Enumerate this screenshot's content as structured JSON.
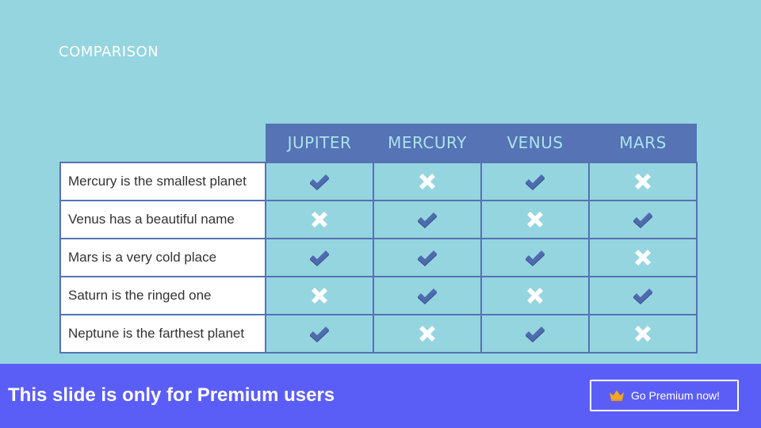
{
  "slide": {
    "title": "COMPARISON"
  },
  "table": {
    "columns": [
      "JUPITER",
      "MERCURY",
      "VENUS",
      "MARS"
    ],
    "rows": [
      {
        "label": "Mercury is the smallest planet",
        "marks": [
          "check",
          "cross",
          "check",
          "cross"
        ]
      },
      {
        "label": "Venus has a beautiful name",
        "marks": [
          "cross",
          "check",
          "cross",
          "check"
        ]
      },
      {
        "label": "Mars is a very cold place",
        "marks": [
          "check",
          "check",
          "check",
          "cross"
        ]
      },
      {
        "label": "Saturn is the ringed one",
        "marks": [
          "cross",
          "check",
          "cross",
          "check"
        ]
      },
      {
        "label": "Neptune is the farthest planet",
        "marks": [
          "check",
          "cross",
          "check",
          "cross"
        ]
      }
    ]
  },
  "banner": {
    "text": "This slide is only for Premium users",
    "button_label": "Go Premium now!",
    "button_icon": "crown-icon"
  },
  "colors": {
    "background": "#95d5df",
    "header": "#5573b5",
    "check": "#4f6bb0",
    "cross": "#ffffff",
    "banner": "#5b5ef6",
    "crown": "#f5a623"
  }
}
